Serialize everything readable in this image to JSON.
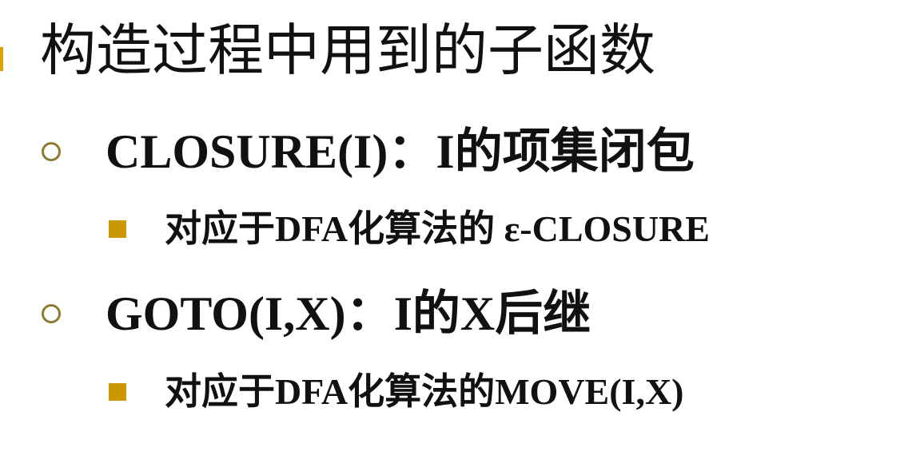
{
  "slide": {
    "title": "构造过程中用到的子函数",
    "bullets": [
      {
        "text": "CLOSURE(I)：I的项集闭包",
        "sub": "对应于DFA化算法的 ε-CLOSURE"
      },
      {
        "text": "GOTO(I,X)：I的X后继",
        "sub": "对应于DFA化算法的MOVE(I,X)"
      }
    ]
  },
  "colors": {
    "title_marker": "#d6a300",
    "circle_bullet": "#8b7a2f",
    "square_bullet": "#cc9800",
    "text": "#111111"
  }
}
